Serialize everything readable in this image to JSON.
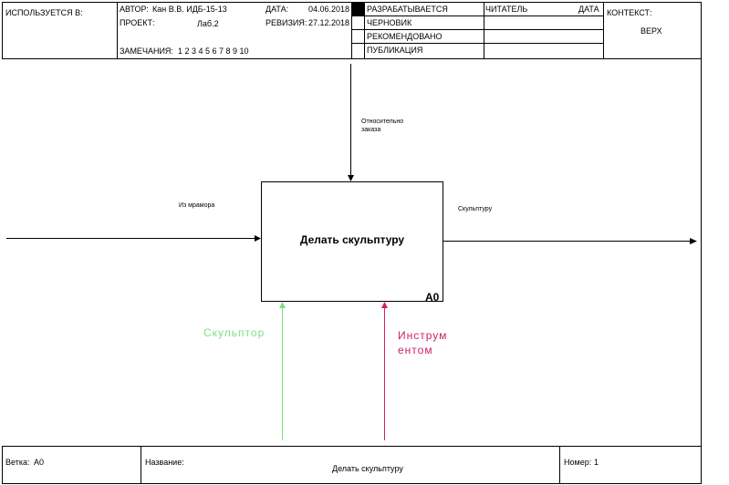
{
  "header": {
    "used_in_label": "ИСПОЛЬЗУЕТСЯ В:",
    "author_label": "АВТОР:",
    "author_value": "Кан В.В. ИДБ-15-13",
    "project_label": "ПРОЕКТ:",
    "project_value": "Лаб.2",
    "notes_label": "ЗАМЕЧАНИЯ:",
    "notes_values": "1  2  3  4  5  6  7  8  9  10",
    "date_label": "ДАТА:",
    "date_value": "04.06.2018",
    "revision_label": "РЕВИЗИЯ:",
    "revision_value": "27.12.2018",
    "status_working": "РАЗРАБАТЫВАЕТСЯ",
    "status_draft": "ЧЕРНОВИК",
    "status_recommended": "РЕКОМЕНДОВАНО",
    "status_publication": "ПУБЛИКАЦИЯ",
    "reader_label": "ЧИТАТЕЛЬ",
    "reader_date_label": "ДАТА",
    "context_label": "КОНТЕКСТ:",
    "context_value": "ВЕРХ"
  },
  "diagram": {
    "activity_label": "Делать скульптуру",
    "activity_id": "A0",
    "control_label": "Относительно заказа",
    "input_label": "Из мрамора",
    "output_label": "Скульптуру",
    "mechanism_1_label": "Скульптор",
    "mechanism_2_label": "Инструм ентом",
    "mechanism_1_color": "#7ee07e",
    "mechanism_2_color": "#d0206a"
  },
  "footer": {
    "node_label": "Ветка:",
    "node_value": "A0",
    "title_label": "Название:",
    "title_value": "Делать скульптуру",
    "number_label": "Номер:",
    "number_value": "1"
  }
}
